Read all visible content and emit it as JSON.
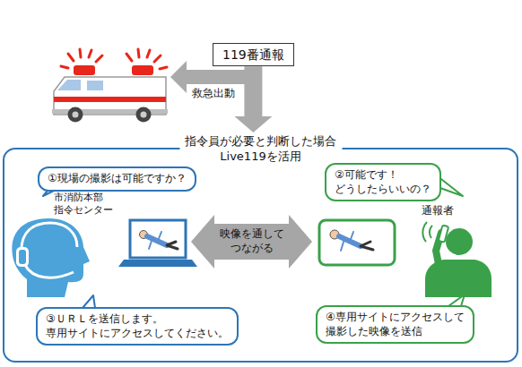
{
  "diagram": {
    "nodes": [
      {
        "text": [
          "119番通報"
        ]
      },
      {
        "text": [
          "指令員が必要と判断した場合 Live119を活用"
        ]
      },
      {
        "text": [
          "①現場の撮影は可能ですか？"
        ],
        "in": 1
      },
      {
        "text": [
          "②可能です！ どうしたらいいの？"
        ],
        "in": 1
      },
      {
        "text": [
          "映像を通して つながる"
        ],
        "in": 1
      },
      {
        "text": [
          "③ＵＲＬを送信します。 専用サイトにアクセスしてください。"
        ],
        "in": 1
      },
      {
        "text": [
          "④専用サイトにアクセスして 撮影した映像を送信"
        ],
        "in": 1
      }
    ],
    "edges": [
      {
        "from": 0,
        "to": 1,
        "arrow": "to"
      }
    ],
    "labels": [
      "救急出動",
      "市消防本部 指令センター",
      "通報者"
    ]
  }
}
